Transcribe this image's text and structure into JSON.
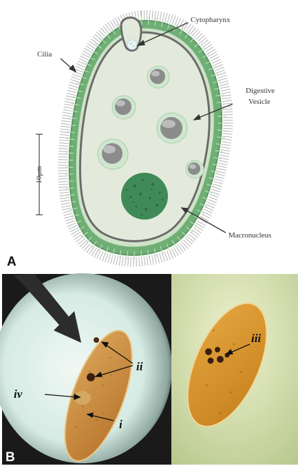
{
  "panel_a": {
    "letter": "A",
    "labels": {
      "cytopharynx": "Cytopharynx",
      "cilia": "Cilia",
      "digestive_line1": "Digestive",
      "digestive_line2": "Vesicle",
      "macronucleus": "Macronucleus",
      "scale": "10μm"
    }
  },
  "panel_b": {
    "letter": "B",
    "labels": {
      "i": "i",
      "ii": "ii",
      "iii": "iii",
      "iv": "iv"
    }
  },
  "colors": {
    "cell_fill": "#e3eadb",
    "wall_green": "#6fae74",
    "wall_dark": "#6b6b6b",
    "nucleus": "#3f8a57",
    "vesicle_ring": "#cfe6cf",
    "micro_left_bg": "#1a1a1a",
    "micro_glow": "#dcefe9",
    "micro_right_bg": "#c8d6a0",
    "cell_orange": "#c78a3a"
  }
}
